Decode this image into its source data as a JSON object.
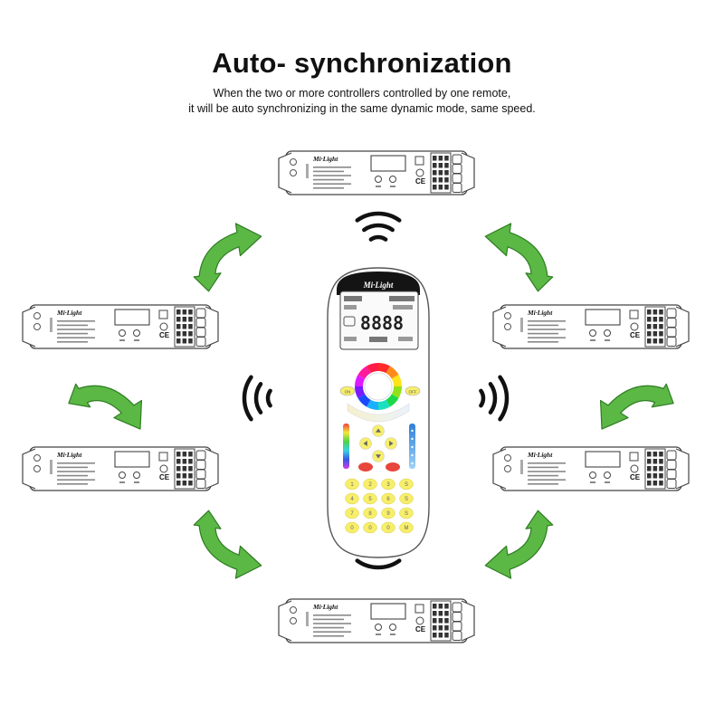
{
  "header": {
    "title": "Auto- synchronization",
    "line1": "When the two or more controllers controlled by one remote,",
    "line2": "it will be auto synchronizing in the same dynamic mode, same speed."
  },
  "brand": "Mi·Light",
  "remote": {
    "lcd_digits": "8888",
    "on_label": "ON",
    "off_label": "OFF",
    "keypad": [
      "1",
      "2",
      "3",
      "S",
      "4",
      "5",
      "6",
      "S",
      "7",
      "8",
      "9",
      "S",
      "0",
      "0",
      "0",
      "M"
    ]
  },
  "colors": {
    "arrow": "#5cb845",
    "arrow_stroke": "#2e7d22",
    "key_yellow": "#f7ee6a",
    "key_red": "#e8453c"
  },
  "icons": [
    "curved-arrow-icon",
    "signal-wave-icon",
    "controller-icon",
    "remote-icon",
    "color-wheel-icon"
  ]
}
